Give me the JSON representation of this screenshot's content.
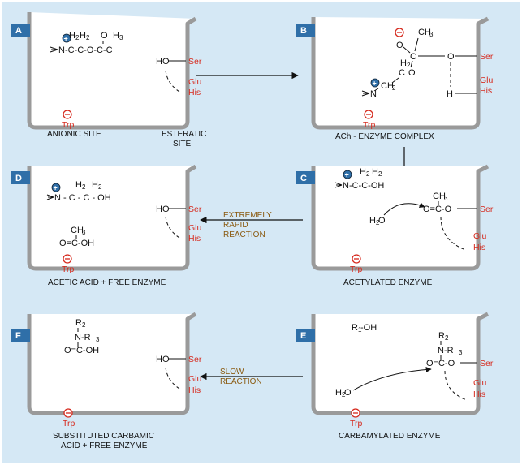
{
  "panels": {
    "A": {
      "letter": "A",
      "molecule": {
        "n": "N-C-C-O-C-C",
        "h2a": "H",
        "h2b": "H",
        "o": "O",
        "h3": "H"
      },
      "ho": "HO",
      "ser": "Ser",
      "glu": "Glu",
      "his": "His",
      "trp": "Trp",
      "caption1": "ANIONIC SITE",
      "caption2a": "ESTERATIC",
      "caption2b": "SITE"
    },
    "B": {
      "letter": "B",
      "ch3": "CH",
      "c": "C",
      "o_top": "O",
      "o_ring": "O",
      "h2": "H",
      "c2": "C",
      "ch2": "CH",
      "n": "N",
      "o_right": "O",
      "h": "H",
      "ser": "Ser",
      "glu": "Glu",
      "his": "His",
      "trp": "Trp",
      "caption": "ACh - ENZYME COMPLEX"
    },
    "C": {
      "letter": "C",
      "molecule": "N-C-C-OH",
      "h2a": "H",
      "h2b": "H",
      "ch3": "CH",
      "ester": "O=C-O",
      "h2o": "H O",
      "ser": "Ser",
      "glu": "Glu",
      "his": "His",
      "trp": "Trp",
      "caption": "ACETYLATED ENZYME"
    },
    "D": {
      "letter": "D",
      "molecule": "N - C - C - OH",
      "h2a": "H",
      "h2b": "H",
      "ch3": "CH",
      "acid": "O=C-OH",
      "ho": "HO",
      "ser": "Ser",
      "glu": "Glu",
      "his": "His",
      "trp": "Trp",
      "caption": "ACETIC ACID + FREE ENZYME"
    },
    "E": {
      "letter": "E",
      "r1oh": "R -OH",
      "r2": "R",
      "n_r3": "N-R",
      "ester": "O=C-O",
      "h2o": "H O",
      "ser": "Ser",
      "glu": "Glu",
      "his": "His",
      "trp": "Trp",
      "caption": "CARBAMYLATED ENZYME"
    },
    "F": {
      "letter": "F",
      "r2": "R",
      "n_r3": "N-R",
      "acid": "O=C-OH",
      "ho": "HO",
      "ser": "Ser",
      "glu": "Glu",
      "his": "His",
      "trp": "Trp",
      "caption1": "SUBSTITUTED CARBAMIC",
      "caption2": "ACID + FREE ENZYME"
    }
  },
  "arrows": {
    "rapid": [
      "EXTREMELY",
      "RAPID",
      "REACTION"
    ],
    "slow": [
      "SLOW",
      "REACTION"
    ]
  },
  "colors": {
    "background": "#d5e8f5",
    "well": "#ffffff",
    "well_border": "#9a9a9a",
    "badge": "#2f6fa8",
    "residue": "#d62a1e",
    "charge_positive": "#2f6fa8",
    "charge_negative": "#d62a1e",
    "reaction_text": "#8a5a10"
  }
}
